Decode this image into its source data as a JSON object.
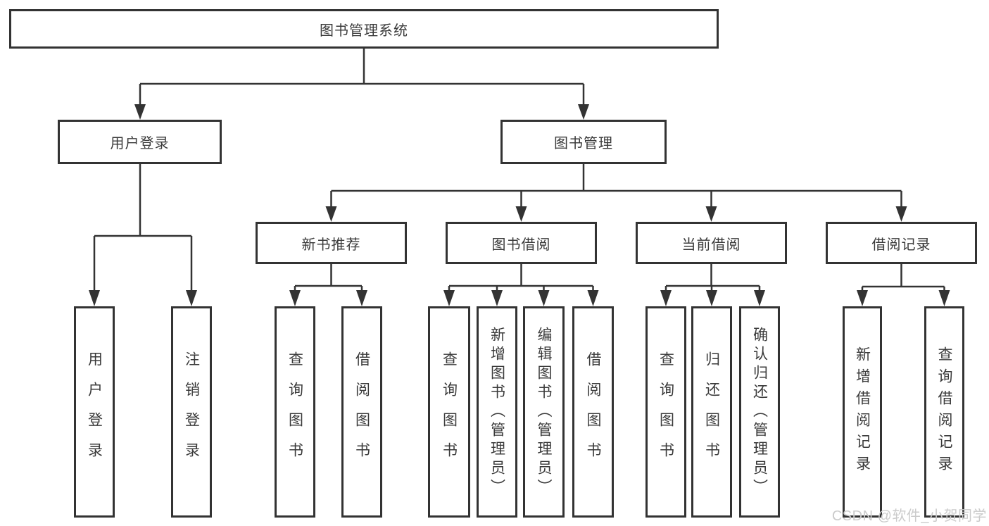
{
  "tree": {
    "root": {
      "label": "图书管理系统"
    },
    "user_login": {
      "label": "用户登录",
      "children": [
        "用户登录",
        "注销登录"
      ]
    },
    "book_mgmt": {
      "label": "图书管理"
    },
    "new_books": {
      "label": "新书推荐",
      "children": [
        "查询图书",
        "借阅图书"
      ]
    },
    "book_borrow": {
      "label": "图书借阅",
      "children": [
        "查询图书",
        "新增图书（管理员）",
        "编辑图书（管理员）",
        "借阅图书"
      ]
    },
    "current_borrow": {
      "label": "当前借阅",
      "children": [
        "查询图书",
        "归还图书",
        "确认归还（管理员）"
      ]
    },
    "borrow_records": {
      "label": "借阅记录",
      "children": [
        "新增借阅记录",
        "查询借阅记录"
      ]
    }
  },
  "watermark": "CSDN @软件_小贺同学",
  "colors": {
    "line": "#333333",
    "box_border": "#333333",
    "text": "#3a3a3a",
    "watermark": "#cbcbcb",
    "background": "#ffffff"
  }
}
